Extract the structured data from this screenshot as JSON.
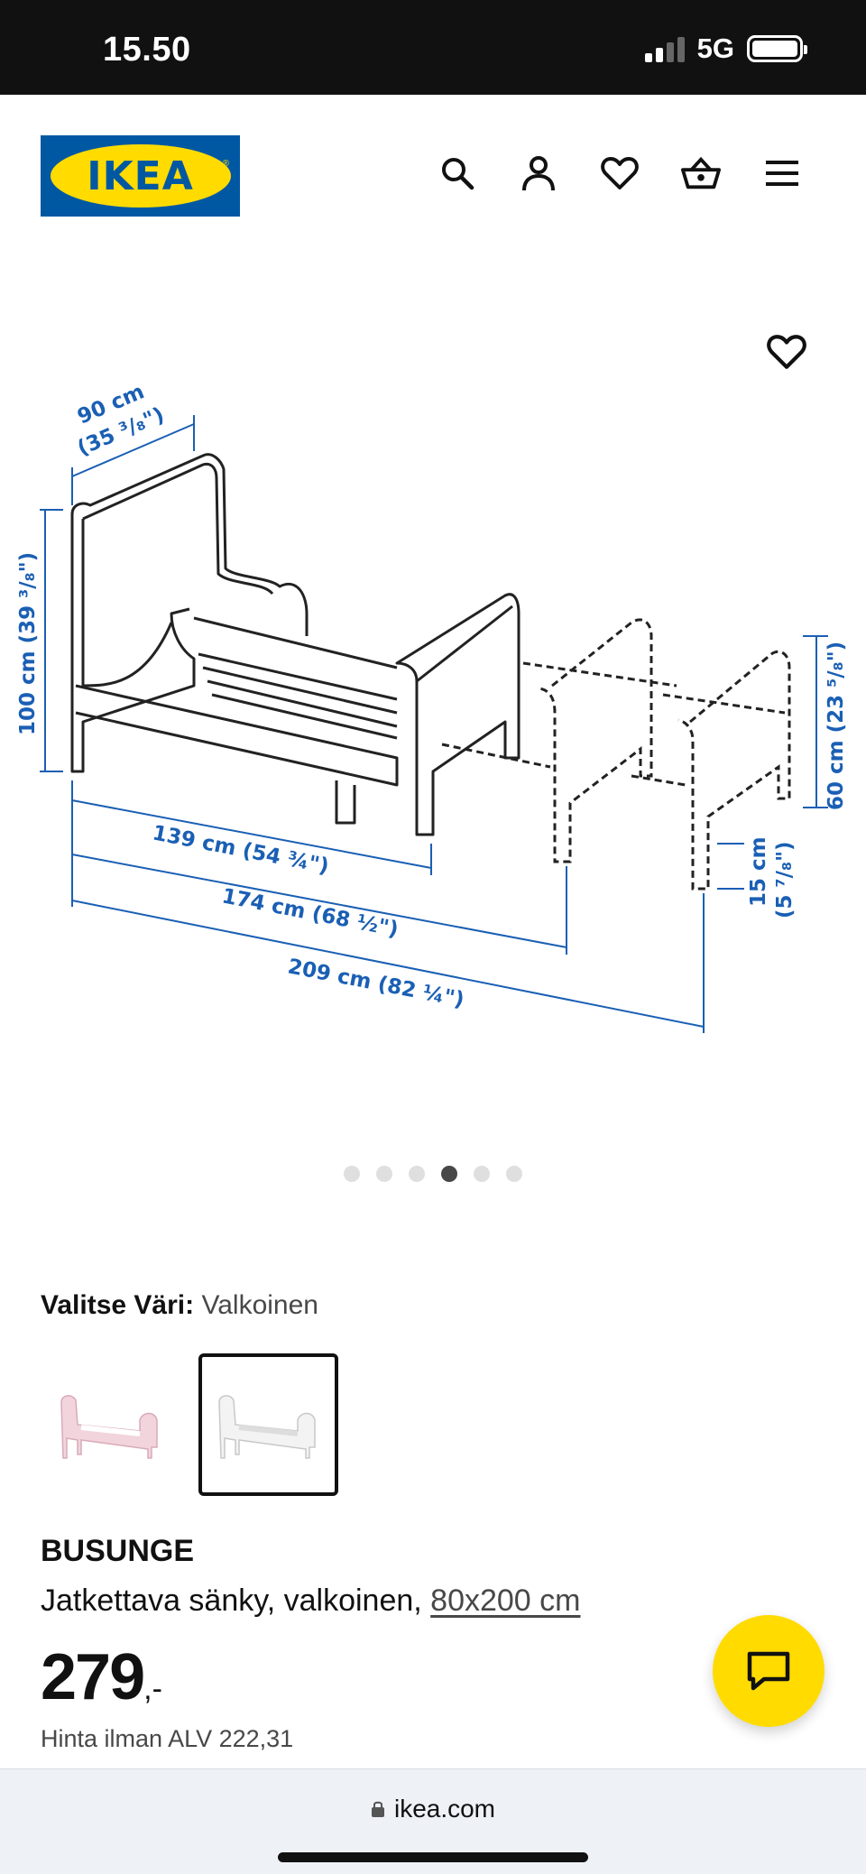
{
  "status_bar": {
    "time": "15.50",
    "network": "5G"
  },
  "header": {
    "logo_text": "IKEA",
    "icons": [
      "search-icon",
      "account-icon",
      "heart-icon",
      "basket-icon",
      "menu-icon"
    ]
  },
  "image": {
    "dimensions": {
      "width": "90 cm",
      "width_in": "(35 ³/₈\")",
      "height": "100 cm (39 ³/₈\")",
      "length1": "139 cm (54 ¾\")",
      "length2": "174 cm (68 ½\")",
      "length3": "209 cm (82 ¼\")",
      "ext_height": "60 cm (23 ⁵/₈\")",
      "leg_height": "15 cm",
      "leg_height_in": "(5 ⁷/₈\")"
    },
    "carousel_count": 6,
    "carousel_active_index": 3
  },
  "color": {
    "label": "Valitse Väri:",
    "value": "Valkoinen",
    "options": [
      {
        "name": "pink",
        "hex": "#f2d4dc",
        "selected": false
      },
      {
        "name": "white",
        "hex": "#f3f3f3",
        "selected": true
      }
    ]
  },
  "product": {
    "name": "BUSUNGE",
    "desc": "Jatkettava sänky, valkoinen,",
    "size": "80x200 cm",
    "price": "279",
    "price_suffix": ",-",
    "price_vat": "Hinta ilman ALV 222,31"
  },
  "browser": {
    "url": "ikea.com"
  },
  "colors": {
    "ikea_blue": "#0058a3",
    "ikea_yellow": "#ffdb00",
    "dim_blue": "#1a5fb4"
  }
}
